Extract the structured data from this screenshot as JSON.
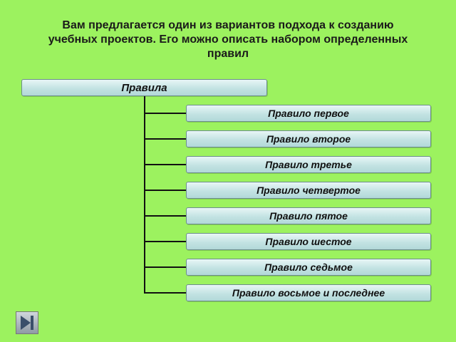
{
  "heading": {
    "line1": "Вам предлагается один из вариантов подхода к созданию",
    "line2": "учебных проектов. Его можно описать набором определенных",
    "line3": "правил"
  },
  "diagram": {
    "root": "Правила",
    "rules": [
      "Правило первое",
      "Правило второе",
      "Правило третье",
      "Правило четвертое",
      "Правило пятое",
      "Правило шестое",
      "Правило седьмое",
      "Правило восьмое и последнее"
    ]
  },
  "nav": {
    "icon": "skip-to-end-icon"
  },
  "colors": {
    "background": "#9cf25f",
    "box": "#c3e3e3",
    "connector": "#111111"
  }
}
